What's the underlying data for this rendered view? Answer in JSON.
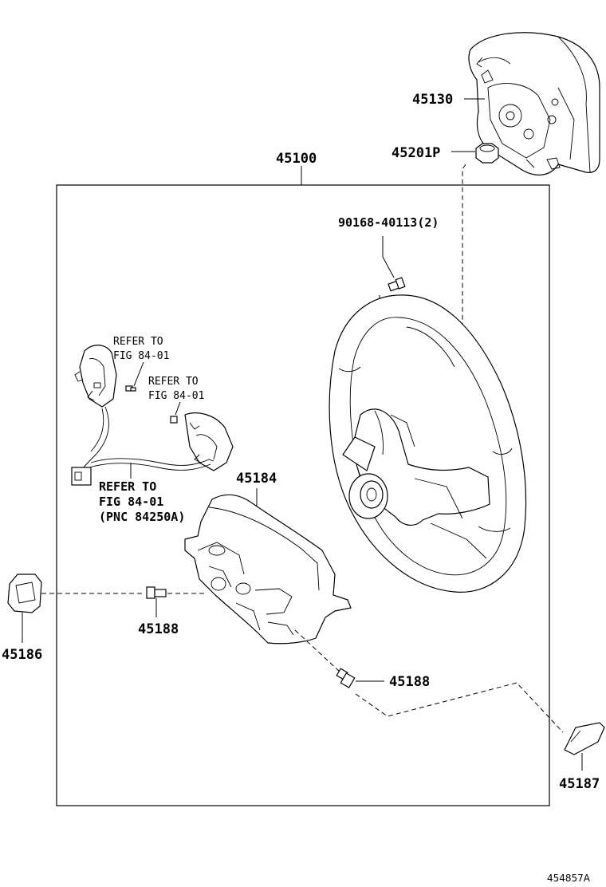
{
  "diagram": {
    "labels": {
      "p45100": "45100",
      "p45130": "45130",
      "p45201p": "45201P",
      "p90168": "90168-40113(2)",
      "p45184": "45184",
      "p45186": "45186",
      "p45188_left": "45188",
      "p45188_right": "45188",
      "p45187": "45187"
    },
    "refer_upper": {
      "line1": "REFER TO",
      "line2": "FIG 84-01"
    },
    "refer_middle": {
      "line1": "REFER TO",
      "line2": "FIG 84-01"
    },
    "refer_lower": {
      "line1": "REFER TO",
      "line2": "FIG 84-01",
      "line3": "(PNC 84250A)"
    },
    "figure_code": "454857A"
  }
}
